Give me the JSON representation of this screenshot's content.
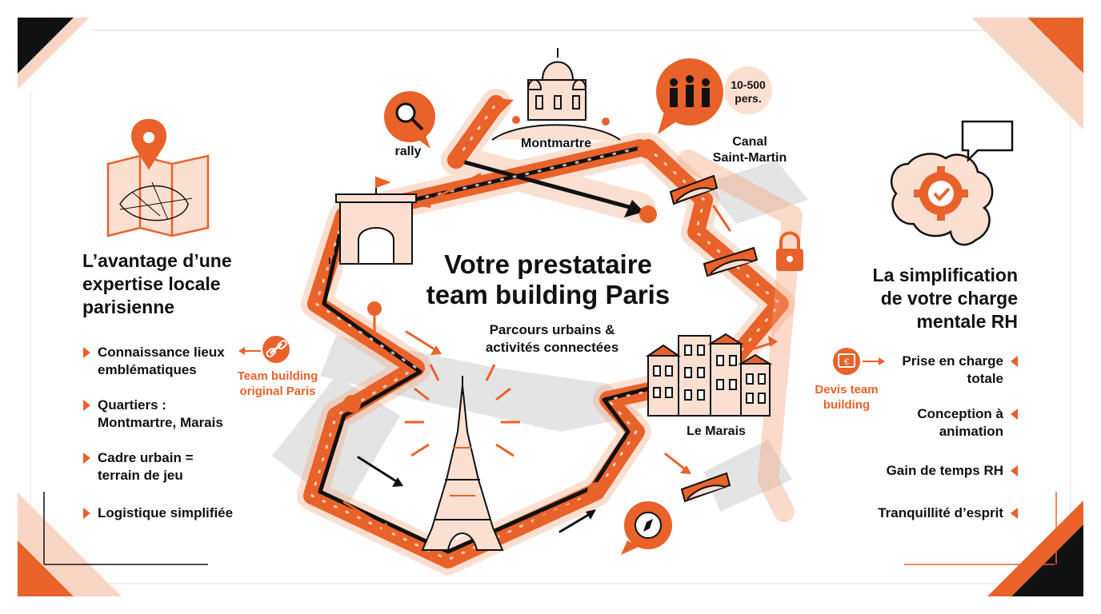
{
  "colors": {
    "accent": "#e8622a",
    "accent_light": "#f9d6c4",
    "ink": "#111111",
    "grey": "#d9d9d9"
  },
  "center": {
    "title_line1": "Votre prestataire",
    "title_line2": "team building Paris",
    "subtitle_line1": "Parcours urbains &",
    "subtitle_line2": "activités connectées"
  },
  "left_panel": {
    "title_line1": "L’avantage d’une",
    "title_line2": "expertise locale",
    "title_line3": "parisienne",
    "items": [
      {
        "line1": "Connaissance lieux",
        "line2": "emblématiques"
      },
      {
        "line1": "Quartiers :",
        "line2": "Montmartre, Marais"
      },
      {
        "line1": "Cadre urbain =",
        "line2": "terrain de jeu"
      },
      {
        "line1": "Logistique simplifiée",
        "line2": ""
      }
    ],
    "note_line1": "Team building",
    "note_line2": "original Paris"
  },
  "right_panel": {
    "title_line1": "La simplification",
    "title_line2": "de votre charge",
    "title_line3": "mentale RH",
    "items": [
      {
        "line1": "Prise en charge",
        "line2": "totale"
      },
      {
        "line1": "Conception à",
        "line2": "animation"
      },
      {
        "line1": "Gain de temps RH",
        "line2": ""
      },
      {
        "line1": "Tranquillité d’esprit",
        "line2": ""
      }
    ],
    "note_line1": "Devis team",
    "note_line2": "building"
  },
  "map_labels": {
    "montmartre": "Montmartre",
    "rally": "rally",
    "canal_line1": "Canal",
    "canal_line2": "Saint-Martin",
    "marais": "Le Marais",
    "group_line1": "10-500",
    "group_line2": "pers."
  },
  "icons": [
    "map-pin-icon",
    "paris-map-icon",
    "magnifier-icon",
    "sacre-coeur-icon",
    "people-group-icon",
    "arc-de-triomphe-icon",
    "eiffel-tower-icon",
    "marais-buildings-icon",
    "bridge-icon",
    "padlock-icon",
    "compass-icon",
    "brain-gear-icon",
    "speech-bubble-icon",
    "link-icon",
    "euro-quote-icon"
  ]
}
